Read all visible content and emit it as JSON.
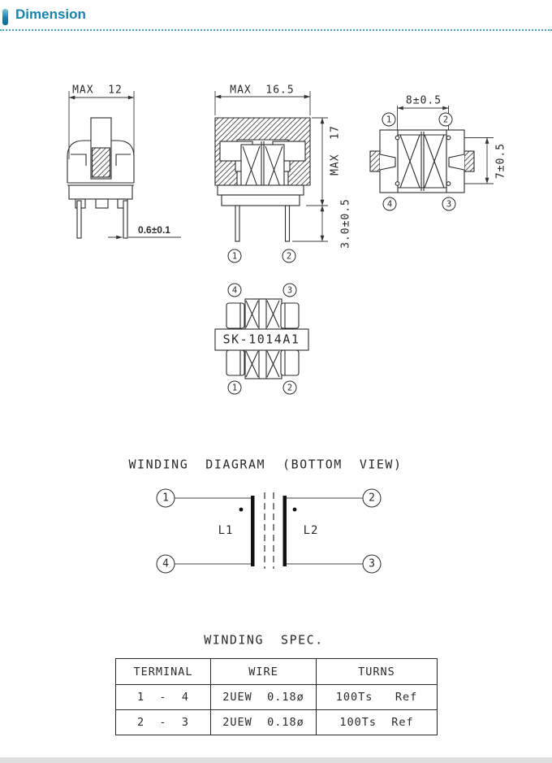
{
  "header": {
    "title": "Dimension"
  },
  "colors": {
    "accent": "#1783ab",
    "line": "#2a2a2a"
  },
  "terminals": {
    "t1": "1",
    "t2": "2",
    "t3": "3",
    "t4": "4"
  },
  "front_view": {
    "width_dim": "MAX  12",
    "pin_dia_dim": "0.6±0.1"
  },
  "main_view": {
    "width_dim": "MAX  16.5",
    "height_dim": "MAX  17",
    "pin_len_dim": "3.0±0.5"
  },
  "top_view": {
    "pitch_dim": "8±0.5",
    "row_dim": "7±0.5"
  },
  "bottom_view": {
    "part_label": "SK-1014A1"
  },
  "winding_diagram": {
    "title": "WINDING  DIAGRAM  (BOTTOM  VIEW)",
    "coil1": "L1",
    "coil2": "L2"
  },
  "winding_spec": {
    "title": "WINDING  SPEC.",
    "headers": [
      "TERMINAL",
      "WIRE",
      "TURNS"
    ],
    "rows": [
      {
        "terminal": "1  -  4",
        "wire": "2UEW  0.18ø",
        "turns": "100Ts   Ref"
      },
      {
        "terminal": "2  -  3",
        "wire": "2UEW  0.18ø",
        "turns": "100Ts  Ref"
      }
    ]
  }
}
